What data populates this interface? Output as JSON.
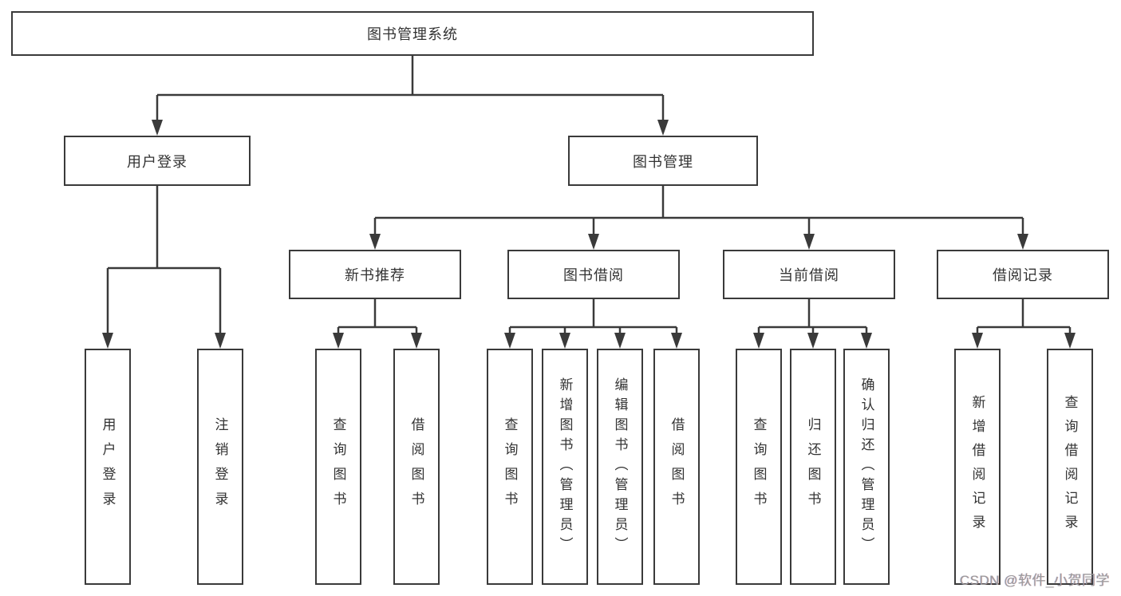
{
  "diagram": {
    "root": {
      "label": "图书管理系统"
    },
    "user_login": {
      "label": "用户登录",
      "children": [
        "用户登录",
        "注销登录"
      ]
    },
    "book_management": {
      "label": "图书管理"
    },
    "new_books": {
      "label": "新书推荐",
      "children": [
        "查询图书",
        "借阅图书"
      ]
    },
    "book_borrowing": {
      "label": "图书借阅",
      "children": [
        "查询图书",
        "新增图书（管理员）",
        "编辑图书（管理员）",
        "借阅图书"
      ]
    },
    "current_borrowing": {
      "label": "当前借阅",
      "children": [
        "查询图书",
        "归还图书",
        "确认归还（管理员）"
      ]
    },
    "borrowing_records": {
      "label": "借阅记录",
      "children": [
        "新增借阅记录",
        "查询借阅记录"
      ]
    }
  },
  "watermark": {
    "text": "CSDN @软件_小贺同学"
  },
  "colors": {
    "line": "#3a3a3a",
    "text": "#333333",
    "box_background": "#ffffff",
    "watermark": "#9b9b9b",
    "background": "#ffffff"
  }
}
